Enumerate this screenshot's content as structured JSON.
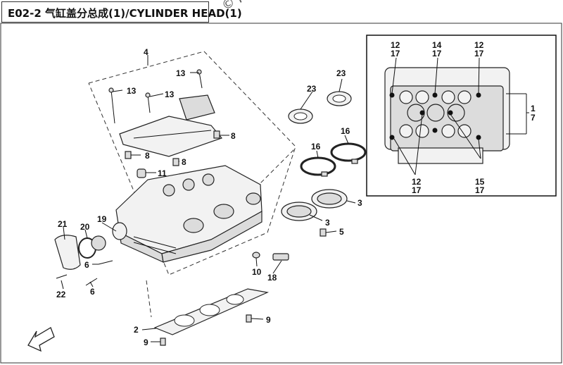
{
  "header": {
    "title": "E02-2 气缸盖分总成(1)/CYLINDER HEAD(1)"
  },
  "watermark": "© Parts",
  "callouts": {
    "c4": "4",
    "c13a": "13",
    "c13b": "13",
    "c13c": "13",
    "c8a": "8",
    "c8b": "8",
    "c8c": "8",
    "c11": "11",
    "c21": "21",
    "c20": "20",
    "c19": "19",
    "c6a": "6",
    "c6b": "6",
    "c22": "22",
    "c23a": "23",
    "c23b": "23",
    "c16a": "16",
    "c16b": "16",
    "c3a": "3",
    "c3b": "3",
    "c5": "5",
    "c10": "10",
    "c18": "18",
    "c2": "2",
    "c9a": "9",
    "c9b": "9"
  },
  "inset": {
    "top_labels": [
      {
        "a": "12",
        "b": "17"
      },
      {
        "a": "14",
        "b": "17"
      },
      {
        "a": "12",
        "b": "17"
      }
    ],
    "bottom_labels": [
      {
        "a": "12",
        "b": "17"
      },
      {
        "a": "15",
        "b": "17"
      }
    ],
    "side_label": {
      "a": "1",
      "b": "7"
    }
  }
}
